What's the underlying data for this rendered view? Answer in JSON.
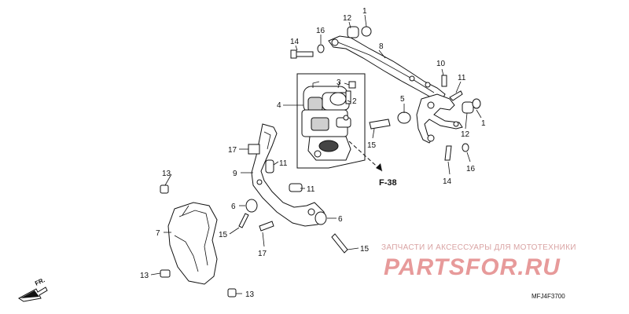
{
  "callouts": [
    {
      "id": "c1a",
      "text": "1"
    },
    {
      "id": "c12a",
      "text": "12"
    },
    {
      "id": "c16a",
      "text": "16"
    },
    {
      "id": "c14a",
      "text": "14"
    },
    {
      "id": "c8",
      "text": "8"
    },
    {
      "id": "c3",
      "text": "3"
    },
    {
      "id": "c2",
      "text": "2"
    },
    {
      "id": "c4",
      "text": "4"
    },
    {
      "id": "c5",
      "text": "5"
    },
    {
      "id": "c10",
      "text": "10"
    },
    {
      "id": "c11a",
      "text": "11"
    },
    {
      "id": "c1b",
      "text": "1"
    },
    {
      "id": "c12b",
      "text": "12"
    },
    {
      "id": "c15a",
      "text": "15"
    },
    {
      "id": "c17a",
      "text": "17"
    },
    {
      "id": "c9",
      "text": "9"
    },
    {
      "id": "c11b",
      "text": "11"
    },
    {
      "id": "c11c",
      "text": "11"
    },
    {
      "id": "c16b",
      "text": "16"
    },
    {
      "id": "c14b",
      "text": "14"
    },
    {
      "id": "c13a",
      "text": "13"
    },
    {
      "id": "c6a",
      "text": "6"
    },
    {
      "id": "c7",
      "text": "7"
    },
    {
      "id": "c15b",
      "text": "15"
    },
    {
      "id": "c6b",
      "text": "6"
    },
    {
      "id": "c17b",
      "text": "17"
    },
    {
      "id": "c15c",
      "text": "15"
    },
    {
      "id": "c13b",
      "text": "13"
    },
    {
      "id": "c13c",
      "text": "13"
    }
  ],
  "reference": "F-38",
  "direction": "FR.",
  "diagram_code": "MFJ4F3700",
  "watermark": {
    "tagline": "ЗАПЧАСТИ И АКСЕССУАРЫ ДЛЯ МОТОТЕХНИКИ",
    "logo": "PARTSFOR.RU"
  }
}
